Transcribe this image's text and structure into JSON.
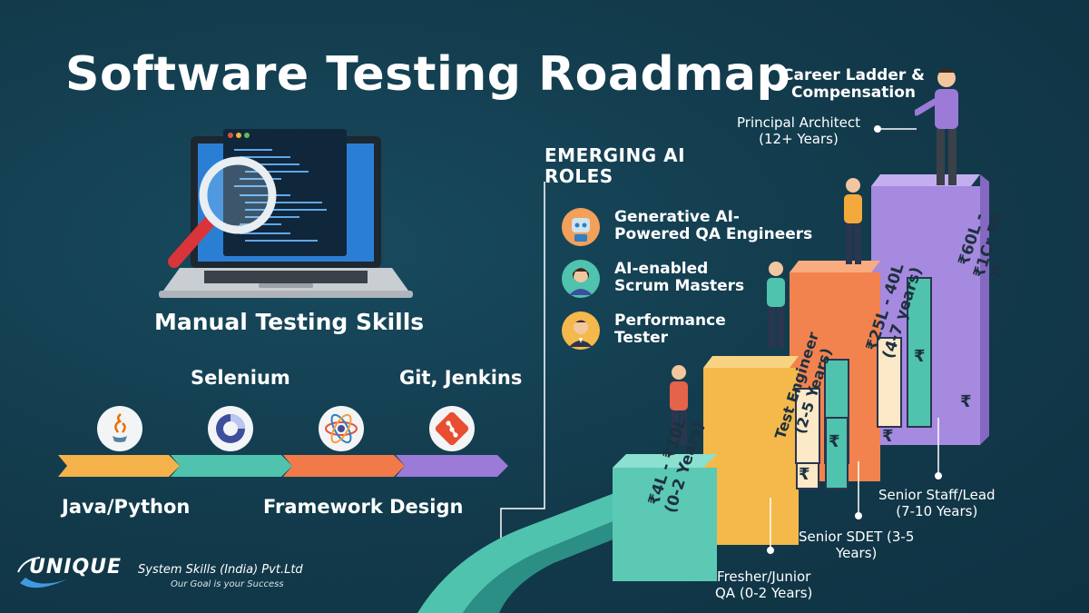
{
  "header": {
    "title": "Software Testing Roadmap"
  },
  "left": {
    "skill_heading": "Manual Testing Skills",
    "timeline": {
      "top_labels": [
        "Selenium",
        "Git, Jenkins"
      ],
      "bottom_labels": [
        "Java/Python",
        "Framework Design"
      ],
      "icons": [
        "java-icon",
        "selenium-icon",
        "framework-icon",
        "git-icon"
      ],
      "segment_colors": [
        "#f6b24a",
        "#4fc3ad",
        "#f27a4a",
        "#9b7ad8"
      ]
    }
  },
  "emerging": {
    "heading": "EMERGING AI ROLES",
    "roles": [
      {
        "label": "Generative AI-\nPowered QA Engineers",
        "icon": "robot-avatar-icon"
      },
      {
        "label": "AI-enabled\nScrum Masters",
        "icon": "woman-avatar-icon"
      },
      {
        "label": "Performance\nTester",
        "icon": "man-avatar-icon"
      }
    ]
  },
  "career": {
    "heading": "Career Ladder &\nCompensation",
    "levels": [
      {
        "title": "Principal Architect\n(12+ Years)"
      },
      {
        "title": "Senior Staff/Lead\n(7-10 Years)"
      },
      {
        "title": "Senior SDET (3-5\nYears)"
      },
      {
        "title": "Fresher/Junior\nQA (0-2 Years)"
      }
    ],
    "steps": [
      {
        "label": "₹4L - ₹10L\n(0-2 Years)",
        "color": "#5cc9b5"
      },
      {
        "label": "Test Engineer\n(2-5 Years)",
        "color": "#f4b94a"
      },
      {
        "label": "₹25L - 40L\n(4-7 years)",
        "color": "#f2834f"
      },
      {
        "label": "₹60L -\n₹1Cr PA",
        "color": "#a58ae0"
      }
    ],
    "currency_symbol": "₹"
  },
  "brand": {
    "name": "UNIQUE",
    "company": "System Skills (India) Pvt.Ltd",
    "tagline": "Our Goal is your Success"
  }
}
